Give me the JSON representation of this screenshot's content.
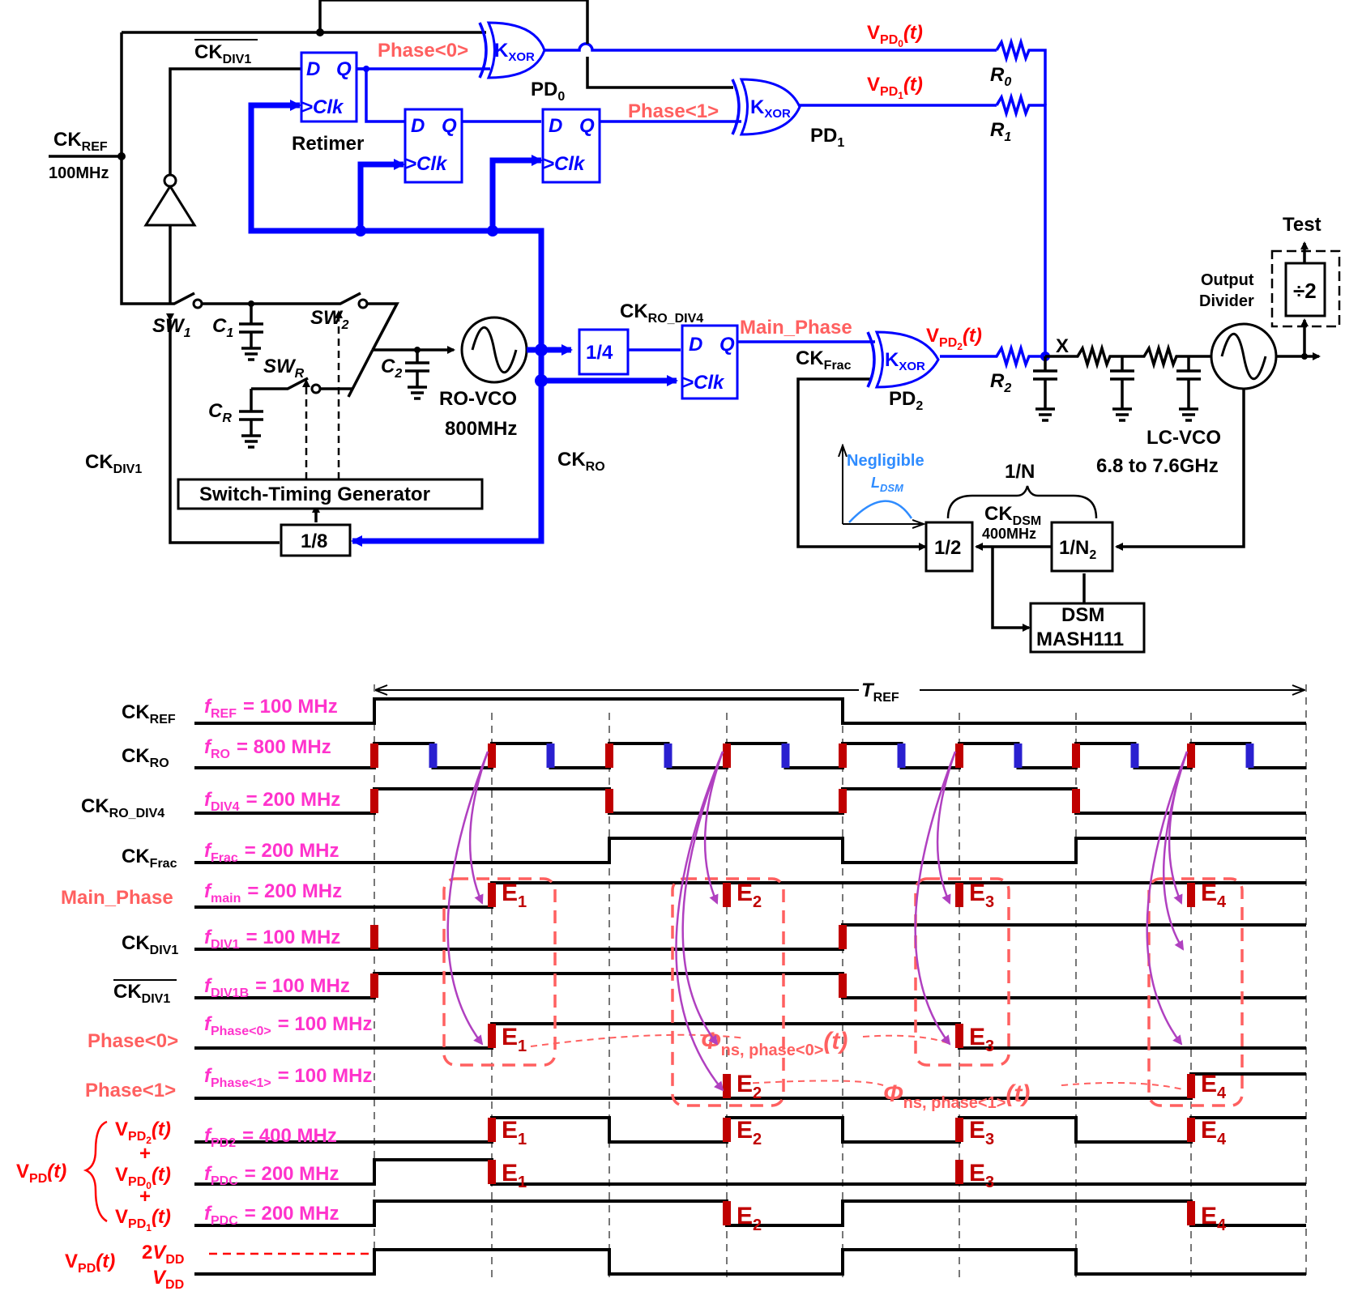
{
  "colors": {
    "black": "#000000",
    "blue": "#0000ff",
    "red": "#ff0000",
    "salmon": "#ff6060",
    "magenta": "#ff33cc",
    "dark_red": "#c00000",
    "edge_blue": "#2a20d0",
    "purple": "#b040c0"
  },
  "circuit": {
    "ckref": {
      "name": "CK",
      "sub": "REF",
      "freq": "100MHz"
    },
    "ckdiv1b": {
      "name": "CK",
      "sub": "DIV1"
    },
    "ckdiv1": {
      "name": "CK",
      "sub": "DIV1"
    },
    "ckro": {
      "name": "CK",
      "sub": "RO"
    },
    "ckro_div4": {
      "name": "CK",
      "sub": "RO_DIV4"
    },
    "ckfrac": {
      "name": "CK",
      "sub": "Frac"
    },
    "ckdsm": {
      "name": "CK",
      "sub": "DSM",
      "freq": "400MHz"
    },
    "retimer": "Retimer",
    "ff_d": "D",
    "ff_q": "Q",
    "ff_clk": ">Clk",
    "phase0": "Phase<0>",
    "phase1": "Phase<1>",
    "main_phase": "Main_Phase",
    "kxor": {
      "name": "K",
      "sub": "XOR"
    },
    "pd0": {
      "name": "PD",
      "sub": "0"
    },
    "pd1": {
      "name": "PD",
      "sub": "1"
    },
    "pd2": {
      "name": "PD",
      "sub": "2"
    },
    "vpd0": {
      "name": "V",
      "sub": "PD",
      "subsub": "0",
      "arg": "(t)"
    },
    "vpd1": {
      "name": "V",
      "sub": "PD",
      "subsub": "1",
      "arg": "(t)"
    },
    "vpd2": {
      "name": "V",
      "sub": "PD",
      "subsub": "2",
      "arg": "(t)"
    },
    "r0": {
      "name": "R",
      "sub": "0"
    },
    "r1": {
      "name": "R",
      "sub": "1"
    },
    "r2": {
      "name": "R",
      "sub": "2"
    },
    "sw1": {
      "name": "SW",
      "sub": "1"
    },
    "sw2": {
      "name": "SW",
      "sub": "2"
    },
    "swr": {
      "name": "SW",
      "sub": "R"
    },
    "c1": {
      "name": "C",
      "sub": "1"
    },
    "c2": {
      "name": "C",
      "sub": "2"
    },
    "cr": {
      "name": "C",
      "sub": "R"
    },
    "ro_vco": {
      "name": "RO-VCO",
      "freq": "800MHz"
    },
    "div14": "1/4",
    "div18": "1/8",
    "div12": "1/2",
    "div1n2": {
      "name": "1/N",
      "sub": "2"
    },
    "one_over_n": "1/N",
    "switch_timing": "Switch-Timing Generator",
    "node_x": "X",
    "lc_vco": {
      "name": "LC-VCO",
      "freq": "6.8 to 7.6GHz"
    },
    "test": "Test",
    "output_divider": [
      "Output",
      "Divider"
    ],
    "div2": "÷2",
    "negligible": "Negligible",
    "ldsm": {
      "name": "L",
      "sub": "DSM"
    },
    "dsm": [
      "DSM",
      "MASH111"
    ]
  },
  "timing": {
    "tref": {
      "name": "T",
      "sub": "REF"
    },
    "rows": [
      {
        "label": "CK",
        "sub": "REF",
        "color": "black",
        "fname": "f",
        "fsub": "REF",
        "fval": "= 100 MHz"
      },
      {
        "label": "CK",
        "sub": "RO",
        "color": "black",
        "fname": "f",
        "fsub": "RO",
        "fval": "= 800 MHz"
      },
      {
        "label": "CK",
        "sub": "RO_DIV4",
        "color": "black",
        "fname": "f",
        "fsub": "DIV4",
        "fval": "= 200 MHz"
      },
      {
        "label": "CK",
        "sub": "Frac",
        "color": "black",
        "fname": "f",
        "fsub": "Frac",
        "fval": "= 200 MHz"
      },
      {
        "label": "Main_Phase",
        "sub": "",
        "color": "salmon",
        "fname": "f",
        "fsub": "main",
        "fval": "= 200 MHz"
      },
      {
        "label": "CK",
        "sub": "DIV1",
        "color": "black",
        "fname": "f",
        "fsub": "DIV1",
        "fval": "= 100 MHz"
      },
      {
        "label": "CK",
        "sub": "DIV1",
        "color": "black",
        "over": true,
        "fname": "f",
        "fsub": "DIV1B",
        "fval": "= 100 MHz"
      },
      {
        "label": "Phase<0>",
        "sub": "",
        "color": "salmon",
        "fname": "f",
        "fsub": "Phase<0>",
        "fval": "= 100 MHz"
      },
      {
        "label": "Phase<1>",
        "sub": "",
        "color": "salmon",
        "fname": "f",
        "fsub": "Phase<1>",
        "fval": "= 100 MHz"
      },
      {
        "label": "",
        "sub": "",
        "color": "red",
        "fname": "f",
        "fsub": "PD2",
        "fval": "= 400 MHz"
      },
      {
        "label": "",
        "sub": "",
        "color": "red",
        "fname": "f",
        "fsub": "PDC",
        "fval": "= 200 MHz"
      },
      {
        "label": "",
        "sub": "",
        "color": "red",
        "fname": "f",
        "fsub": "PDC",
        "fval": "= 200 MHz"
      }
    ],
    "vpd_group": {
      "name": "V",
      "sub": "PD",
      "arg": "(t)"
    },
    "vpd2_t": {
      "name": "V",
      "sub": "PD",
      "subsub": "2",
      "arg": "(t)"
    },
    "vpd0_t": {
      "name": "V",
      "sub": "PD",
      "subsub": "0",
      "arg": "(t)"
    },
    "vpd1_t": {
      "name": "V",
      "sub": "PD",
      "subsub": "1",
      "arg": "(t)"
    },
    "plus": "+",
    "vpd_last": {
      "name": "V",
      "sub": "PD",
      "arg": "(t)"
    },
    "level_2vdd": {
      "pre": "2",
      "name": "V",
      "sub": "DD"
    },
    "level_vdd": {
      "name": "V",
      "sub": "DD"
    },
    "events": [
      "E",
      "1",
      "E",
      "2",
      "E",
      "3",
      "E",
      "4"
    ],
    "phi0": {
      "name": "Φ",
      "sub": "ns, phase<0>",
      "arg": "(t)"
    },
    "phi1": {
      "name": "Φ",
      "sub": "ns, phase<1>",
      "arg": "(t)"
    }
  }
}
